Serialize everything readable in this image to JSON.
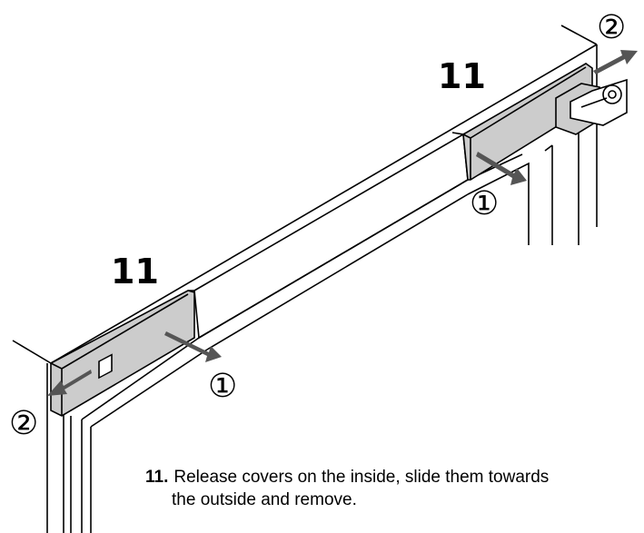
{
  "callouts": {
    "part_left": "11",
    "part_right": "11",
    "step1_left": "①",
    "step2_left": "②",
    "step1_right": "①",
    "step2_right": "②"
  },
  "caption": {
    "number": "11.",
    "line1": "Release covers on the inside, slide them towards",
    "line2": "the outside and remove."
  },
  "colors": {
    "cover_fill": "#cccccc",
    "arrow_fill": "#555555",
    "line": "#000000"
  }
}
